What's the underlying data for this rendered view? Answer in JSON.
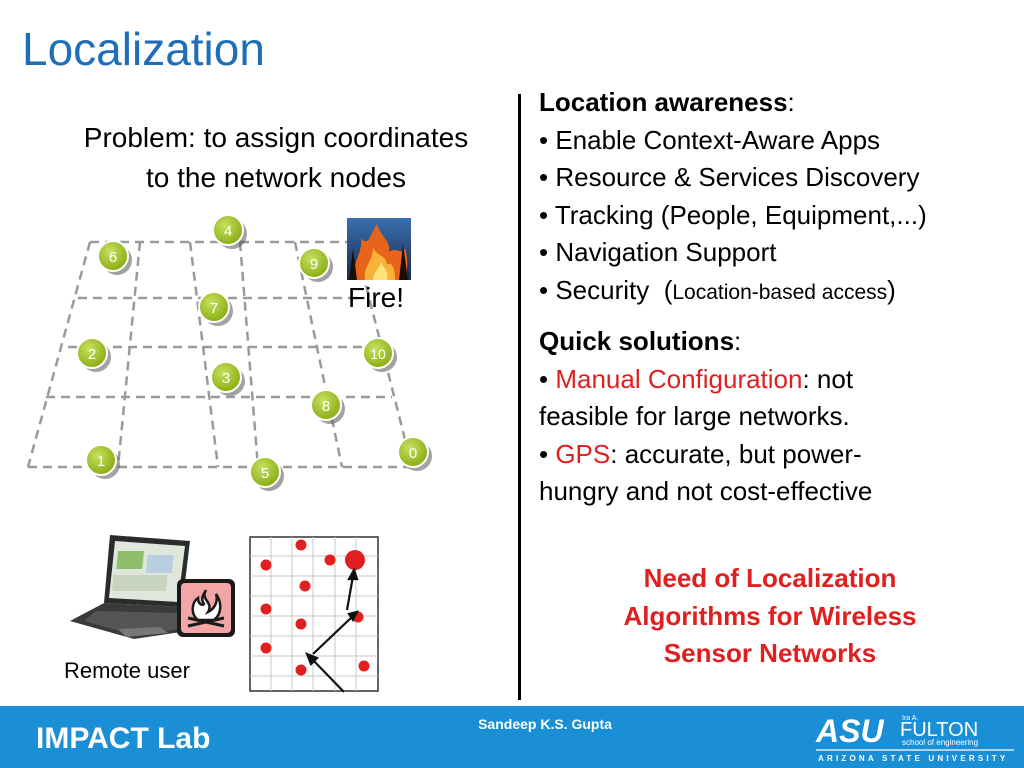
{
  "slide": {
    "title": "Localization",
    "problem_line1": "Problem: to assign coordinates",
    "problem_line2": "to the network nodes",
    "fire_label": "Fire!",
    "remote_user_label": "Remote user"
  },
  "nodes": [
    "4",
    "6",
    "9",
    "7",
    "2",
    "10",
    "3",
    "8",
    "1",
    "5",
    "0"
  ],
  "awareness": {
    "heading": "Location awareness",
    "colon": ":",
    "items": [
      "• Enable Context-Aware Apps",
      "• Resource & Services Discovery",
      "• Tracking (People, Equipment,...)",
      "• Navigation Support"
    ],
    "security_main": "• Security  (",
    "security_note": "Location-based access",
    "security_close": ")"
  },
  "solutions": {
    "heading": "Quick solutions",
    "colon": ":",
    "bullet": "• ",
    "manual_label": "Manual Configuration",
    "manual_rest1": ": not",
    "manual_rest2": "feasible for large networks.",
    "gps_label": "GPS",
    "gps_rest1": ": accurate, but power-",
    "gps_rest2": "hungry and not cost-effective"
  },
  "need": {
    "line1": "Need of Localization",
    "line2": "Algorithms for Wireless",
    "line3": "Sensor Networks"
  },
  "footer": {
    "lab": "IMPACT Lab",
    "author": "Sandeep K.S. Gupta",
    "logo_mark": "ASU",
    "logo_small": "Ira A.",
    "logo_name": "FULTON",
    "logo_sub": "school of engineering",
    "logo_univ": "ARIZONA STATE UNIVERSITY"
  },
  "colors": {
    "title": "#1f6fb8",
    "node_fill": "#9ec322",
    "highlight_red": "#e02020",
    "footer_blue": "#1a8fd6"
  }
}
